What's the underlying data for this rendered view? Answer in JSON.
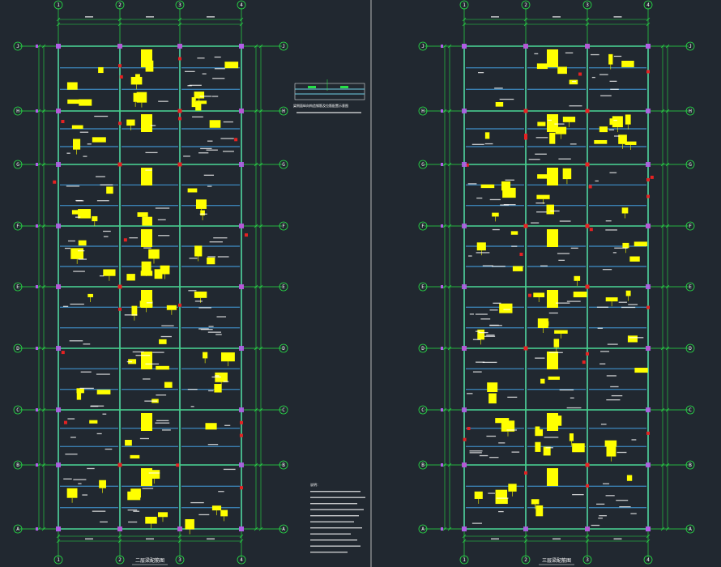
{
  "colors": {
    "background": "#212830",
    "grid": "#27e047",
    "beam": "#6fd0e6",
    "slab": "#3a7fb0",
    "column": "#e52222",
    "joint": "#b15ee8",
    "label": "#ffff00",
    "text": "#ffffff",
    "divider": "#dddddd"
  },
  "sheets": [
    {
      "id": "left",
      "col_labels": [
        "1",
        "2",
        "3",
        "4"
      ],
      "row_labels": [
        "J",
        "H",
        "G",
        "F",
        "E",
        "D",
        "C",
        "B",
        "A"
      ],
      "title": "二层梁配筋图"
    },
    {
      "id": "right",
      "col_labels": [
        "1",
        "2",
        "3",
        "4"
      ],
      "row_labels": [
        "J",
        "H",
        "G",
        "F",
        "E",
        "D",
        "C",
        "B",
        "A"
      ],
      "title": "三层梁配筋图"
    }
  ],
  "detail": {
    "caption": "梁侧面纵向构造钢筋及拉筋配置示意图"
  },
  "notes": {
    "heading": "说明："
  }
}
